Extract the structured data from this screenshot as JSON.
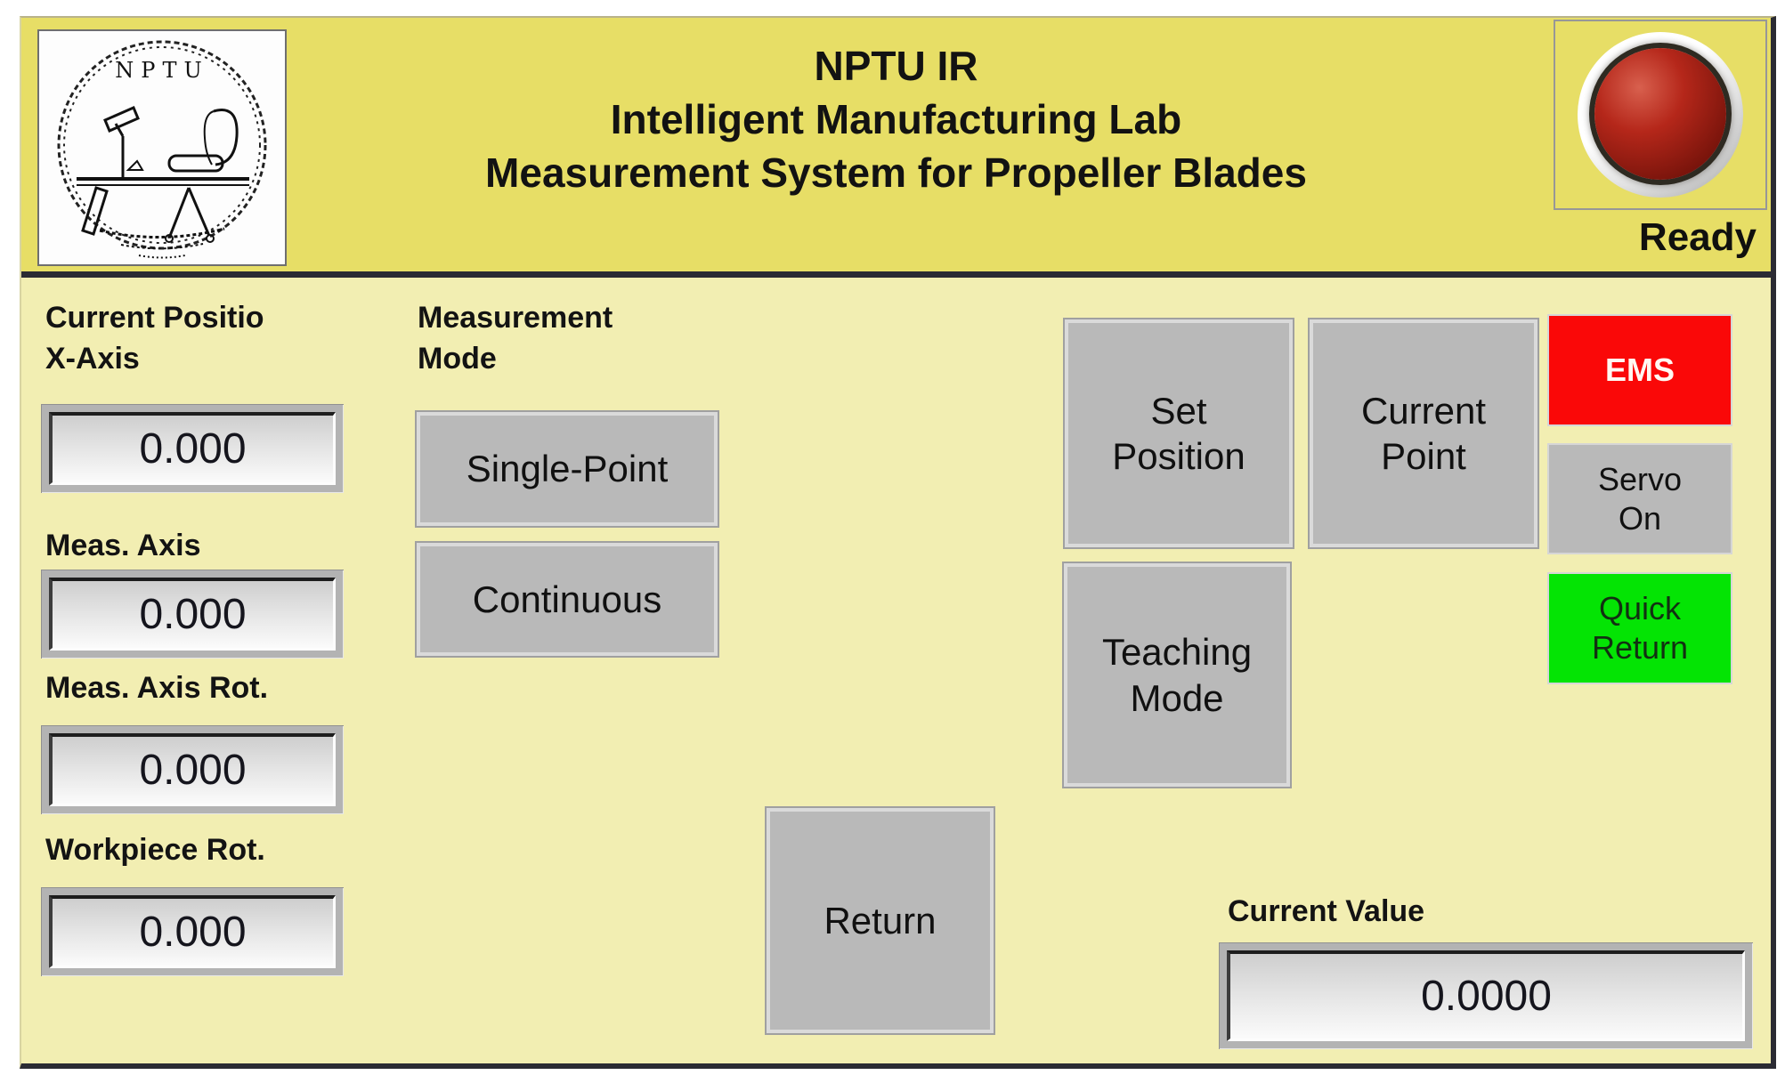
{
  "header": {
    "logo_text": "NPTU",
    "title_lines": [
      "NPTU IR",
      "Intelligent Manufacturing Lab",
      "Measurement System for Propeller Blades"
    ],
    "status_label": "Ready"
  },
  "readouts": {
    "items": [
      {
        "label": "Current Positio\nX-Axis",
        "value": "0.000"
      },
      {
        "label": "Meas. Axis",
        "value": "0.000"
      },
      {
        "label": "Meas. Axis Rot.",
        "value": "0.000"
      },
      {
        "label": "Workpiece Rot.",
        "value": "0.000"
      }
    ]
  },
  "measurement_mode": {
    "label": "Measurement\nMode",
    "single_point": "Single-Point",
    "continuous": "Continuous"
  },
  "actions": {
    "set_position": "Set\nPosition",
    "current_point": "Current\nPoint",
    "teaching_mode": "Teaching\nMode",
    "return": "Return"
  },
  "side_controls": {
    "ems": "EMS",
    "servo_on": "Servo\nOn",
    "quick_return": "Quick\nReturn"
  },
  "current_value": {
    "label": "Current Value",
    "value": "0.0000"
  },
  "colors": {
    "header_bg": "#e7de66",
    "body_bg": "#f2eeb2",
    "button_gray": "#b9b9b9",
    "ems_red": "#fa0808",
    "quick_green": "#04e404",
    "indicator_red": "#8b1a10",
    "border_dark": "#2b2b33"
  }
}
